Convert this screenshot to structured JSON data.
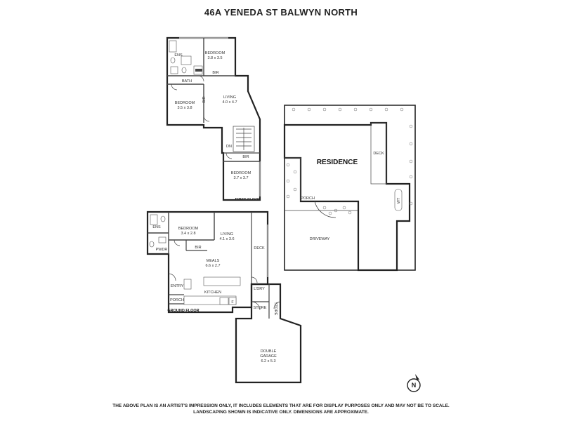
{
  "title": "46A YENEDA ST BALWYN NORTH",
  "first_floor": {
    "label": "FIRST FLOOR",
    "rooms": {
      "ens": "ENS",
      "bedroom1": "BEDROOM",
      "bedroom1_dim": "3.8 x 3.5",
      "bir1": "BIR",
      "bath": "BATH",
      "bir2": "BIR",
      "living": "LIVING",
      "living_dim": "4.0 x 4.7",
      "bedroom2": "BEDROOM",
      "bedroom2_dim": "3.5 x 3.8",
      "dn": "DN",
      "bir3": "BIR",
      "bedroom3": "BEDROOM",
      "bedroom3_dim": "3.7 x 3.7"
    }
  },
  "ground_floor": {
    "label": "GROUND FLOOR",
    "rooms": {
      "ens": "ENS",
      "bedroom": "BEDROOM",
      "bedroom_dim": "3.4 x 2.8",
      "living": "LIVING",
      "living_dim": "4.1 x 3.6",
      "pwdr": "PWDR",
      "bir": "BIR",
      "deck": "DECK",
      "meals": "MEALS",
      "meals_dim": "6.6 x 2.7",
      "entry": "ENTRY",
      "kitchen": "KITCHEN",
      "ldry": "L'DRY",
      "porch": "PORCH",
      "store1": "STORE",
      "store2": "STORE",
      "fridge": "F",
      "garage": "DOUBLE\nGARAGE",
      "garage_line1": "DOUBLE",
      "garage_line2": "GARAGE",
      "garage_dim": "6.2 x 5.3"
    }
  },
  "site_plan": {
    "residence": "RESIDENCE",
    "deck": "DECK",
    "porch": "PORCH",
    "driveway": "DRIVEWAY",
    "wt": "WT"
  },
  "north_arrow": "N",
  "disclaimer_line1": "THE ABOVE PLAN IS AN ARTIST'S IMPRESSION ONLY, IT INCLUDES ELEMENTS THAT ARE FOR DISPLAY PURPOSES ONLY AND MAY NOT BE TO SCALE.",
  "disclaimer_line2": "LANDSCAPING SHOWN IS INDICATIVE ONLY. DIMENSIONS ARE APPROXIMATE."
}
